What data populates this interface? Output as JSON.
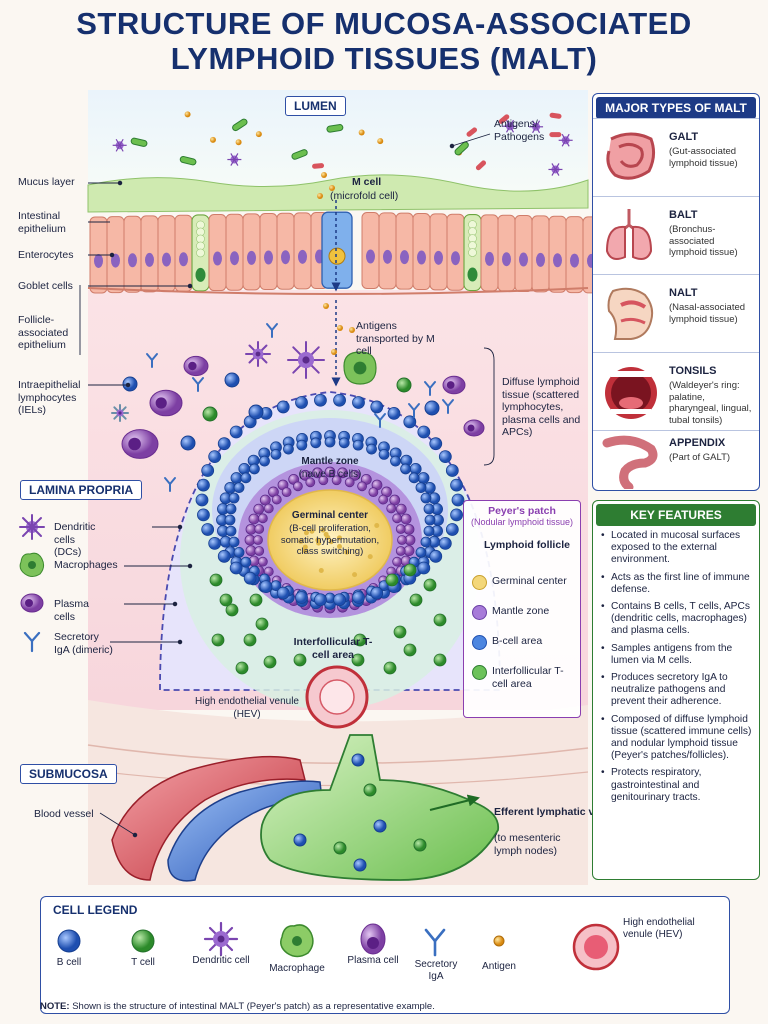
{
  "title_line1": "STRUCTURE OF MUCOSA-ASSOCIATED",
  "title_line2": "LYMPHOID TISSUES (MALT)",
  "sections": {
    "lumen": "LUMEN",
    "lamina_propria": "LAMINA PROPRIA",
    "submucosa": "SUBMUCOSA"
  },
  "left_labels": {
    "mucus_layer": "Mucus layer",
    "intestinal_epithelium": "Intestinal epithelium",
    "enterocytes": "Enterocytes",
    "goblet_cells": "Goblet cells",
    "follicle_associated_epithelium": "Follicle-associated epithelium",
    "iels": "Intraepithelial lymphocytes (IELs)",
    "dendritic_cells": "Dendritic cells (DCs)",
    "macrophages": "Macrophages",
    "plasma_cells": "Plasma cells",
    "secretory_iga": "Secretory IgA (dimeric)",
    "blood_vessel": "Blood vessel"
  },
  "center_labels": {
    "antigens_pathogens": "Antigens/ Pathogens",
    "m_cell": "M cell",
    "m_cell_sub": "(microfold cell)",
    "antigens_transported": "Antigens transported by M cell",
    "diffuse_tissue": "Diffuse lymphoid tissue (scattered lymphocytes, plasma cells and APCs)",
    "mantle_zone": "Mantle zone",
    "mantle_zone_sub": "(naive B cells)",
    "germinal_center": "Germinal center",
    "germinal_center_sub": "(B-cell proliferation, somatic hypermutation, class switching)",
    "interfollicular": "Interfollicular T-cell area",
    "hev": "High endothelial venule (HEV)",
    "efferent": "Efferent lymphatic vessel",
    "efferent_sub": "(to mesenteric lymph nodes)"
  },
  "peyers_patch": {
    "title": "Peyer's patch",
    "subtitle": "(Nodular lymphoid tissue)",
    "follicle": "Lymphoid follicle",
    "items": [
      "Germinal center",
      "Mantle zone",
      "B-cell area",
      "Interfollicular T-cell area"
    ]
  },
  "types_panel": {
    "header": "MAJOR TYPES OF MALT",
    "items": [
      {
        "name": "GALT",
        "desc": "(Gut-associated lymphoid tissue)",
        "icon": "intestine-icon"
      },
      {
        "name": "BALT",
        "desc": "(Bronchus-associated lymphoid tissue)",
        "icon": "lungs-icon"
      },
      {
        "name": "NALT",
        "desc": "(Nasal-associated lymphoid tissue)",
        "icon": "nose-icon"
      },
      {
        "name": "TONSILS",
        "desc": "(Waldeyer's ring: palatine, pharyngeal, lingual, tubal tonsils)",
        "icon": "mouth-icon"
      },
      {
        "name": "APPENDIX",
        "desc": "(Part of GALT)",
        "icon": "appendix-icon"
      }
    ]
  },
  "features_panel": {
    "header": "KEY FEATURES",
    "items": [
      "Located in mucosal surfaces exposed to the external environment.",
      "Acts as the first line of immune defense.",
      "Contains B cells, T cells, APCs (dendritic cells, macrophages) and plasma cells.",
      "Samples antigens from the lumen via M cells.",
      "Produces secretory IgA to neutralize pathogens and prevent their adherence.",
      "Composed of diffuse lymphoid tissue (scattered immune cells) and nodular lymphoid tissue (Peyer's patches/follicles).",
      "Protects respiratory, gastrointestinal and genitourinary tracts."
    ]
  },
  "legend": {
    "header": "CELL LEGEND",
    "items": [
      "B cell",
      "T cell",
      "Dendritic cell",
      "Macrophage",
      "Plasma cell",
      "Secretory IgA",
      "Antigen",
      "High endothelial venule (HEV)"
    ]
  },
  "note_label": "NOTE:",
  "note": "Shown is the structure of intestinal MALT (Peyer's patch) as a representative example.",
  "colors": {
    "b_cell": "#2f6fd6",
    "t_cell": "#3fa63a",
    "dendritic": "#8a4fc0",
    "macrophage": "#6fb84a",
    "plasma": "#9b59b6",
    "iga": "#3a6fc0",
    "antigen": "#e8a31c",
    "germinal": "#f3d77a",
    "mantle": "#9b6ad0"
  }
}
